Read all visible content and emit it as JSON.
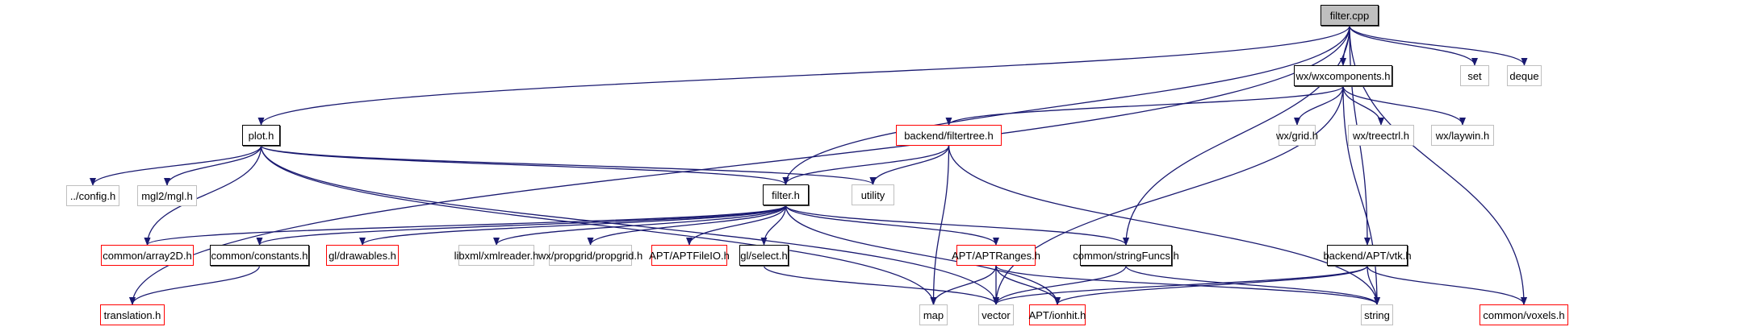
{
  "graph": {
    "title": "Include dependency graph for filter.cpp",
    "edge_color": "#191970",
    "nodes": [
      {
        "id": "filter_cpp",
        "label": "filter.cpp",
        "style": "root"
      },
      {
        "id": "wxcomponents",
        "label": "wx/wxcomponents.h",
        "style": "black"
      },
      {
        "id": "set",
        "label": "set",
        "style": "gray"
      },
      {
        "id": "deque",
        "label": "deque",
        "style": "gray"
      },
      {
        "id": "plot",
        "label": "plot.h",
        "style": "black"
      },
      {
        "id": "filtertree",
        "label": "backend/filtertree.h",
        "style": "red"
      },
      {
        "id": "wxgrid",
        "label": "wx/grid.h",
        "style": "gray"
      },
      {
        "id": "wxtreectrl",
        "label": "wx/treectrl.h",
        "style": "gray"
      },
      {
        "id": "wxlaywin",
        "label": "wx/laywin.h",
        "style": "gray"
      },
      {
        "id": "config",
        "label": "../config.h",
        "style": "gray"
      },
      {
        "id": "mgl",
        "label": "mgl2/mgl.h",
        "style": "gray"
      },
      {
        "id": "filter_h",
        "label": "filter.h",
        "style": "black"
      },
      {
        "id": "utility",
        "label": "utility",
        "style": "gray"
      },
      {
        "id": "array2d",
        "label": "common/array2D.h",
        "style": "red"
      },
      {
        "id": "constants",
        "label": "common/constants.h",
        "style": "black"
      },
      {
        "id": "drawables",
        "label": "gl/drawables.h",
        "style": "red"
      },
      {
        "id": "xmlreader",
        "label": "libxml/xmlreader.h",
        "style": "gray"
      },
      {
        "id": "propgrid",
        "label": "wx/propgrid/propgrid.h",
        "style": "gray"
      },
      {
        "id": "aptfileio",
        "label": "APT/APTFileIO.h",
        "style": "red"
      },
      {
        "id": "select",
        "label": "gl/select.h",
        "style": "black"
      },
      {
        "id": "aptranges",
        "label": "APT/APTRanges.h",
        "style": "red"
      },
      {
        "id": "stringfuncs",
        "label": "common/stringFuncs.h",
        "style": "black"
      },
      {
        "id": "vtk",
        "label": "backend/APT/vtk.h",
        "style": "black"
      },
      {
        "id": "translation",
        "label": "translation.h",
        "style": "red"
      },
      {
        "id": "map",
        "label": "map",
        "style": "gray"
      },
      {
        "id": "vector",
        "label": "vector",
        "style": "gray"
      },
      {
        "id": "ionhit",
        "label": "APT/ionhit.h",
        "style": "red"
      },
      {
        "id": "string",
        "label": "string",
        "style": "gray"
      },
      {
        "id": "voxels",
        "label": "common/voxels.h",
        "style": "red"
      }
    ],
    "edges": [
      [
        "filter_cpp",
        "wxcomponents"
      ],
      [
        "filter_cpp",
        "set"
      ],
      [
        "filter_cpp",
        "deque"
      ],
      [
        "filter_cpp",
        "plot"
      ],
      [
        "filter_cpp",
        "filter_h"
      ],
      [
        "filter_cpp",
        "translation"
      ],
      [
        "filter_cpp",
        "stringfuncs"
      ],
      [
        "filter_cpp",
        "vtk"
      ],
      [
        "filter_cpp",
        "voxels"
      ],
      [
        "wxcomponents",
        "filtertree"
      ],
      [
        "wxcomponents",
        "wxgrid"
      ],
      [
        "wxcomponents",
        "wxtreectrl"
      ],
      [
        "wxcomponents",
        "wxlaywin"
      ],
      [
        "wxcomponents",
        "vector"
      ],
      [
        "wxcomponents",
        "string"
      ],
      [
        "plot",
        "config"
      ],
      [
        "plot",
        "mgl"
      ],
      [
        "plot",
        "filter_h"
      ],
      [
        "plot",
        "utility"
      ],
      [
        "plot",
        "array2d"
      ],
      [
        "plot",
        "vector"
      ],
      [
        "plot",
        "map"
      ],
      [
        "filtertree",
        "filter_h"
      ],
      [
        "filtertree",
        "utility"
      ],
      [
        "filtertree",
        "map"
      ],
      [
        "filtertree",
        "string"
      ],
      [
        "filter_h",
        "array2d"
      ],
      [
        "filter_h",
        "constants"
      ],
      [
        "filter_h",
        "drawables"
      ],
      [
        "filter_h",
        "xmlreader"
      ],
      [
        "filter_h",
        "propgrid"
      ],
      [
        "filter_h",
        "aptfileio"
      ],
      [
        "filter_h",
        "select"
      ],
      [
        "filter_h",
        "aptranges"
      ],
      [
        "filter_h",
        "stringfuncs"
      ],
      [
        "filter_h",
        "ionhit"
      ],
      [
        "constants",
        "translation"
      ],
      [
        "select",
        "vector"
      ],
      [
        "aptranges",
        "map"
      ],
      [
        "aptranges",
        "vector"
      ],
      [
        "aptranges",
        "ionhit"
      ],
      [
        "aptranges",
        "string"
      ],
      [
        "stringfuncs",
        "vector"
      ],
      [
        "stringfuncs",
        "string"
      ],
      [
        "vtk",
        "vector"
      ],
      [
        "vtk",
        "ionhit"
      ],
      [
        "vtk",
        "string"
      ],
      [
        "vtk",
        "voxels"
      ]
    ]
  }
}
